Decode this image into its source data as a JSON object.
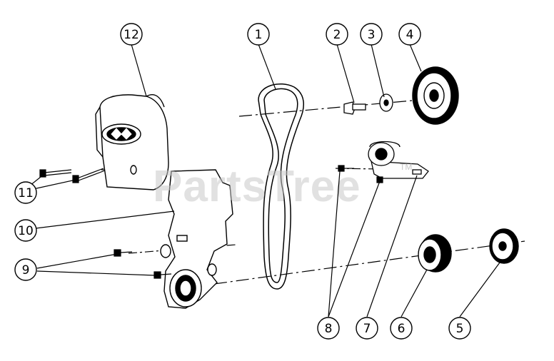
{
  "watermark": {
    "text": "PartsTree",
    "trademark": "TM"
  },
  "callouts": [
    {
      "id": "1",
      "label": "1",
      "part": "timing-belt"
    },
    {
      "id": "2",
      "label": "2",
      "part": "pulley-bolt"
    },
    {
      "id": "3",
      "label": "3",
      "part": "washer"
    },
    {
      "id": "4",
      "label": "4",
      "part": "camshaft-pulley"
    },
    {
      "id": "5",
      "label": "5",
      "part": "crank-washer"
    },
    {
      "id": "6",
      "label": "6",
      "part": "crankshaft-sprocket"
    },
    {
      "id": "7",
      "label": "7",
      "part": "tensioner-bracket"
    },
    {
      "id": "8",
      "label": "8",
      "part": "tensioner-bolts"
    },
    {
      "id": "9",
      "label": "9",
      "part": "lower-cover-bolts"
    },
    {
      "id": "10",
      "label": "10",
      "part": "lower-timing-cover"
    },
    {
      "id": "11",
      "label": "11",
      "part": "upper-cover-bolts"
    },
    {
      "id": "12",
      "label": "12",
      "part": "upper-timing-cover"
    }
  ],
  "colors": {
    "line": "#000000",
    "watermark": "#c8c8c8",
    "background": "#ffffff"
  }
}
